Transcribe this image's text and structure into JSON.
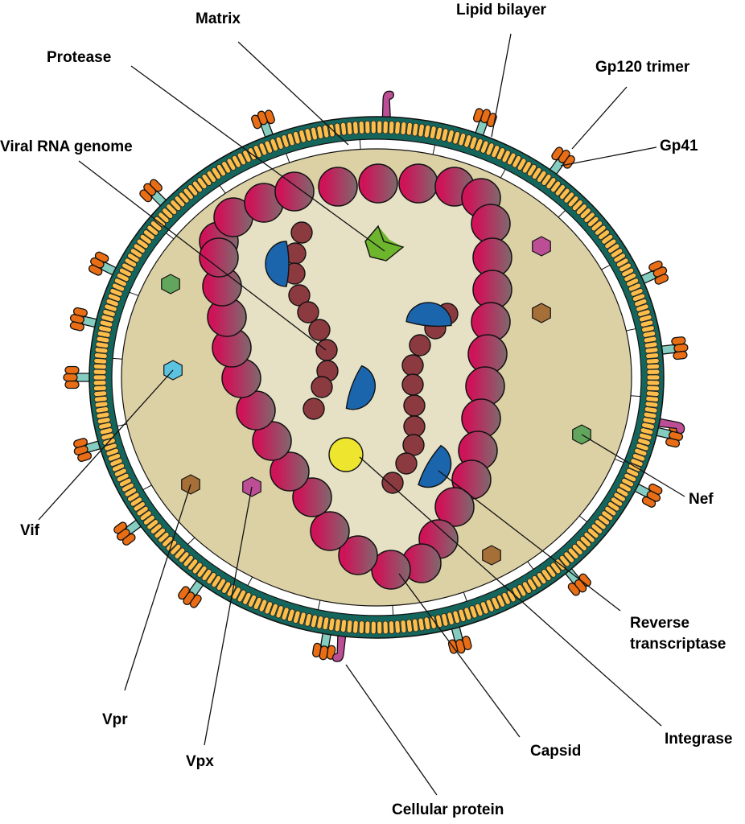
{
  "title": "HIV virion structure",
  "colors": {
    "envelope": "#14665c",
    "lipid_head": "#fcbd4a",
    "matrix": "#ffffff",
    "interior": "#dcd0a5",
    "capsid_interior": "#e6e1c5",
    "capsid_start": "#cf1358",
    "capsid_end": "#7e6a6e",
    "rna": "#8b3a40",
    "reverse_transcriptase": "#1b65ad",
    "integrase": "#ede52e",
    "protease": "#6eb52e",
    "gp120": "#e96d14",
    "gp41": "#86cdc1",
    "cellular_protein": "#bc4e96",
    "nef": "#62a55c",
    "vif": "#5bc3df",
    "vpr": "#a66f37",
    "vpx": "#bc4e96"
  },
  "labels": {
    "matrix": "Matrix",
    "lipid_bilayer": "Lipid bilayer",
    "protease": "Protease",
    "gp120": "Gp120 trimer",
    "gp41": "Gp41",
    "viral_rna": "Viral RNA genome",
    "vif": "Vif",
    "nef": "Nef",
    "reverse_transcriptase_1": "Reverse",
    "reverse_transcriptase_2": "transcriptase",
    "vpr": "Vpr",
    "integrase": "Integrase",
    "capsid": "Capsid",
    "vpx": "Vpx",
    "cellular_protein": "Cellular protein"
  }
}
